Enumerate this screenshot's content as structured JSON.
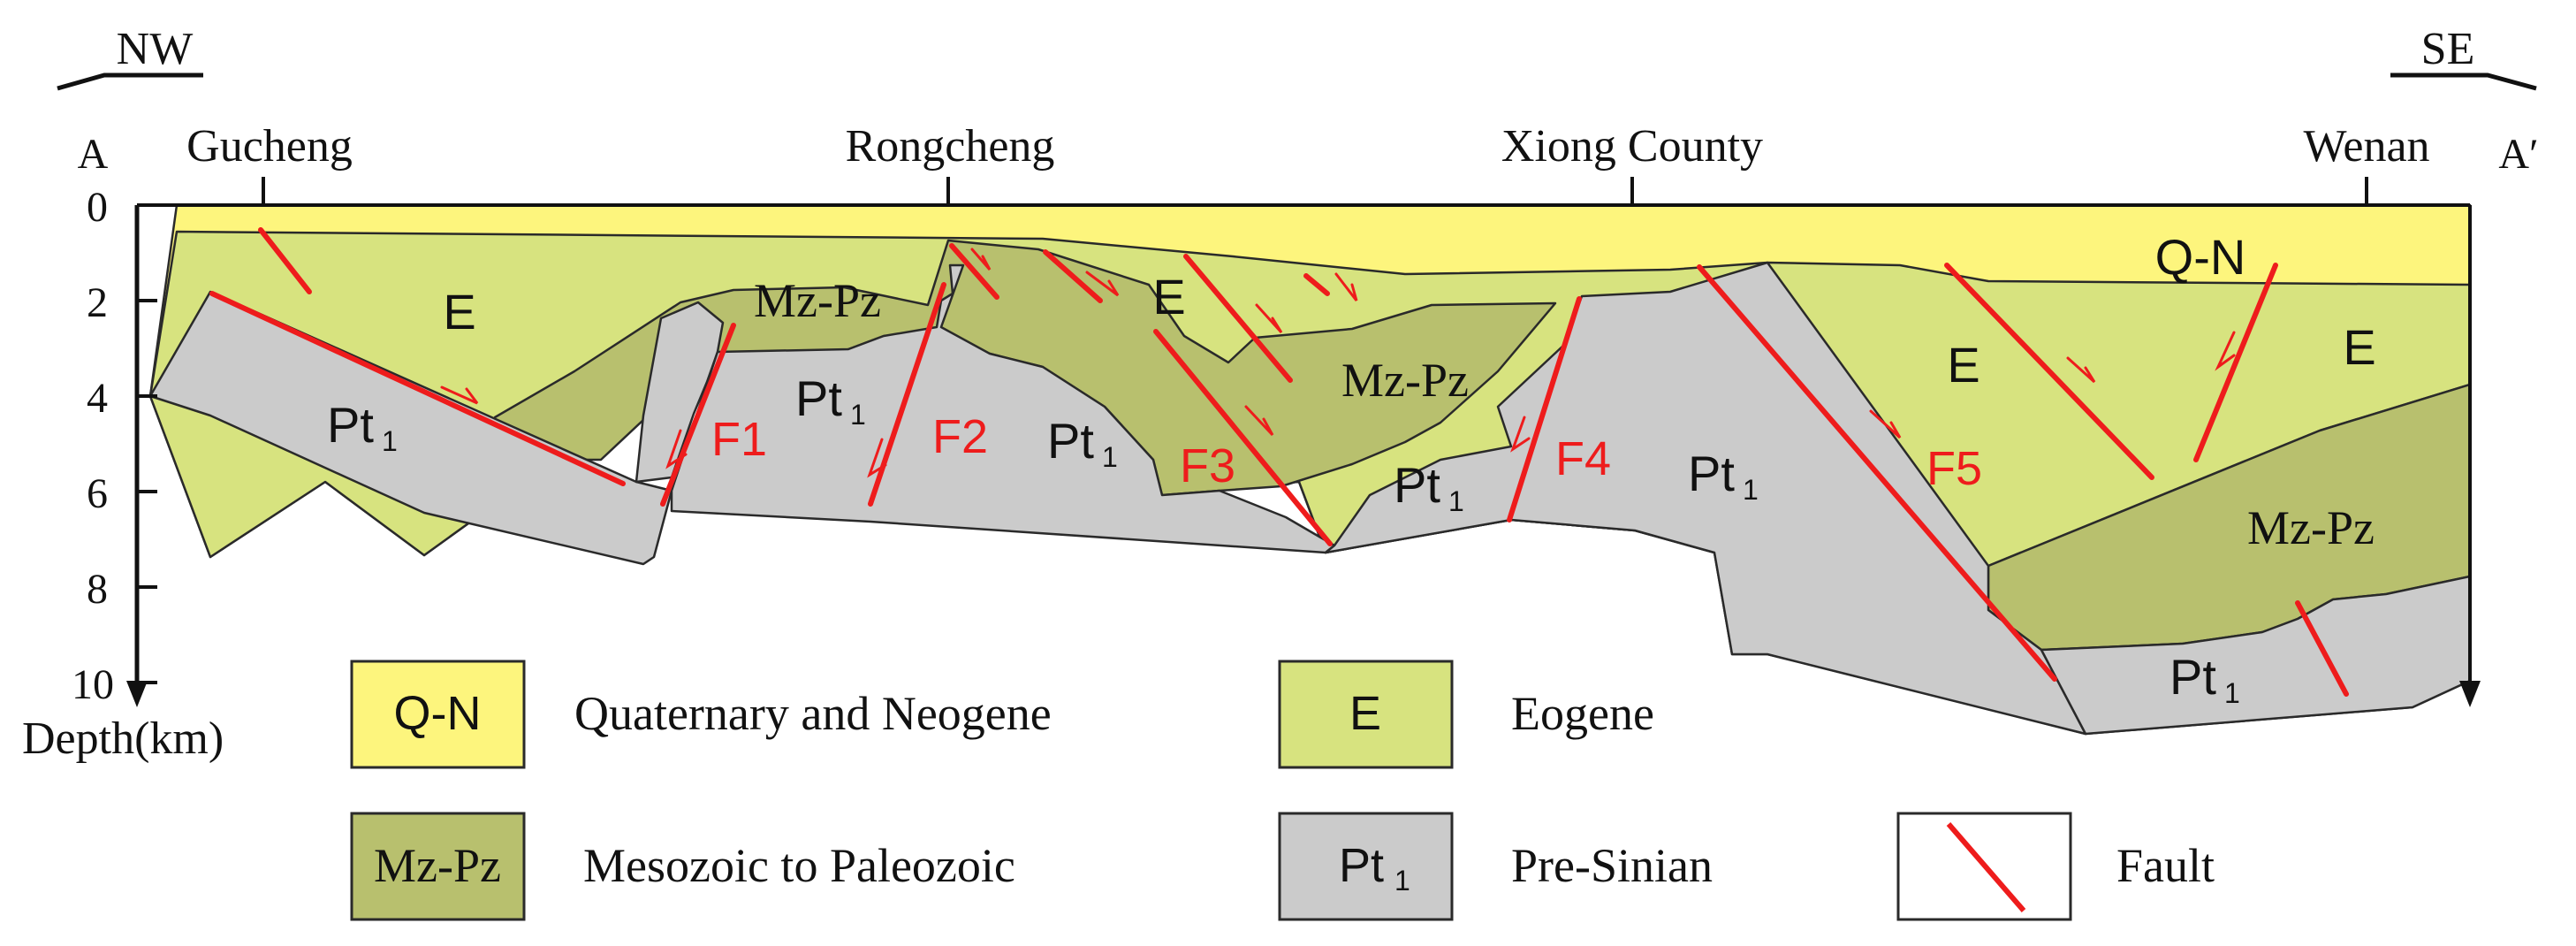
{
  "colors": {
    "q_n": "#fdf57d",
    "eogene": "#d7e37f",
    "mz_pz": "#b8c06e",
    "pt1": "#cbcbcb",
    "fault": "#ee1c1c",
    "outline": "#2a2a2a"
  },
  "section": {
    "start_label": "A",
    "end_label": "A′",
    "dir_left": "NW",
    "dir_right": "SE",
    "axis_title": "Depth(km)",
    "depth_ticks": [
      "0",
      "2",
      "4",
      "6",
      "8",
      "10"
    ],
    "places": [
      "Gucheng",
      "Rongcheng",
      "Xiong County",
      "Wenan"
    ]
  },
  "unit_labels": {
    "q_n": "Q-N",
    "e": "E",
    "mz_pz": "Mz-Pz",
    "pt": "Pt",
    "pt_sub": "1"
  },
  "faults": [
    "F1",
    "F2",
    "F3",
    "F4",
    "F5"
  ],
  "legend": [
    {
      "symbol": "Q-N",
      "text": "Quaternary  and Neogene",
      "color": "#fdf57d"
    },
    {
      "symbol": "E",
      "text": "Eogene",
      "color": "#d7e37f"
    },
    {
      "symbol": "Mz-Pz",
      "text": "Mesozoic to Paleozoic",
      "color": "#b8c06e"
    },
    {
      "symbol": "Pt",
      "symbol_sub": "1",
      "text": "Pre-Sinian",
      "color": "#cbcbcb"
    },
    {
      "symbol": "",
      "text": "Fault",
      "color": "#ffffff",
      "icon": "fault-line-icon"
    }
  ]
}
